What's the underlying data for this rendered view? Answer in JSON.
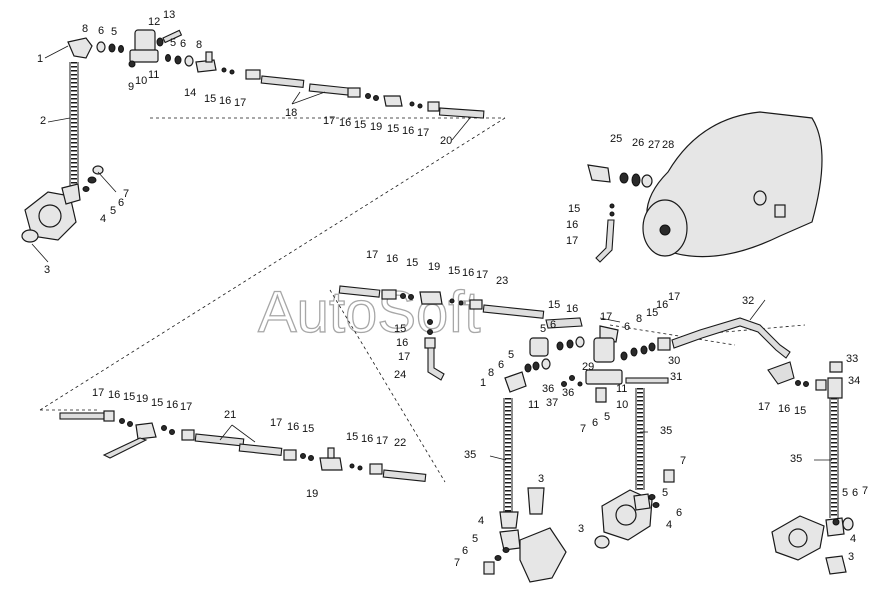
{
  "watermark": "AutoSoft",
  "callouts": [
    {
      "id": "c8a",
      "text": "8"
    },
    {
      "id": "c6a",
      "text": "6"
    },
    {
      "id": "c5a",
      "text": "5"
    },
    {
      "id": "c12a",
      "text": "12"
    },
    {
      "id": "c13a",
      "text": "13"
    },
    {
      "id": "c1a",
      "text": "1"
    },
    {
      "id": "c9a",
      "text": "9"
    },
    {
      "id": "c10a",
      "text": "10"
    },
    {
      "id": "c11a",
      "text": "11"
    },
    {
      "id": "c5b",
      "text": "5"
    },
    {
      "id": "c6b",
      "text": "6"
    },
    {
      "id": "c8b",
      "text": "8"
    },
    {
      "id": "c14a",
      "text": "14"
    },
    {
      "id": "c15a",
      "text": "15"
    },
    {
      "id": "c16a",
      "text": "16"
    },
    {
      "id": "c17a",
      "text": "17"
    },
    {
      "id": "c18a",
      "text": "18"
    },
    {
      "id": "c2a",
      "text": "2"
    },
    {
      "id": "c17b",
      "text": "17"
    },
    {
      "id": "c16b",
      "text": "16"
    },
    {
      "id": "c15b",
      "text": "15"
    },
    {
      "id": "c19a",
      "text": "19"
    },
    {
      "id": "c15c",
      "text": "15"
    },
    {
      "id": "c16c",
      "text": "16"
    },
    {
      "id": "c17c",
      "text": "17"
    },
    {
      "id": "c20a",
      "text": "20"
    },
    {
      "id": "c7a",
      "text": "7"
    },
    {
      "id": "c6c",
      "text": "6"
    },
    {
      "id": "c5c",
      "text": "5"
    },
    {
      "id": "c4a",
      "text": "4"
    },
    {
      "id": "c3a",
      "text": "3"
    },
    {
      "id": "c25a",
      "text": "25"
    },
    {
      "id": "c26a",
      "text": "26"
    },
    {
      "id": "c27a",
      "text": "27"
    },
    {
      "id": "c28a",
      "text": "28"
    },
    {
      "id": "c15d",
      "text": "15"
    },
    {
      "id": "c16d",
      "text": "16"
    },
    {
      "id": "c17d",
      "text": "17"
    },
    {
      "id": "c17e",
      "text": "17"
    },
    {
      "id": "c16e",
      "text": "16"
    },
    {
      "id": "c15e",
      "text": "15"
    },
    {
      "id": "c19b",
      "text": "19"
    },
    {
      "id": "c15f",
      "text": "15"
    },
    {
      "id": "c16f",
      "text": "16"
    },
    {
      "id": "c17f",
      "text": "17"
    },
    {
      "id": "c23a",
      "text": "23"
    },
    {
      "id": "c15g",
      "text": "15"
    },
    {
      "id": "c16g",
      "text": "16"
    },
    {
      "id": "c17g",
      "text": "17"
    },
    {
      "id": "c24a",
      "text": "24"
    },
    {
      "id": "c15h",
      "text": "15"
    },
    {
      "id": "c16h",
      "text": "16"
    },
    {
      "id": "c6d",
      "text": "6"
    },
    {
      "id": "c5d",
      "text": "5"
    },
    {
      "id": "c17h",
      "text": "17"
    },
    {
      "id": "c29a",
      "text": "29"
    },
    {
      "id": "c6e",
      "text": "6"
    },
    {
      "id": "c8c",
      "text": "8"
    },
    {
      "id": "c15i",
      "text": "15"
    },
    {
      "id": "c16i",
      "text": "16"
    },
    {
      "id": "c17i",
      "text": "17"
    },
    {
      "id": "c32a",
      "text": "32"
    },
    {
      "id": "c5e",
      "text": "5"
    },
    {
      "id": "c6f",
      "text": "6"
    },
    {
      "id": "c8d",
      "text": "8"
    },
    {
      "id": "c1b",
      "text": "1"
    },
    {
      "id": "c30a",
      "text": "30"
    },
    {
      "id": "c31a",
      "text": "31"
    },
    {
      "id": "c11b",
      "text": "11"
    },
    {
      "id": "c36a",
      "text": "36"
    },
    {
      "id": "c37a",
      "text": "37"
    },
    {
      "id": "c36b",
      "text": "36"
    },
    {
      "id": "c10b",
      "text": "10"
    },
    {
      "id": "c7b",
      "text": "7"
    },
    {
      "id": "c6g",
      "text": "6"
    },
    {
      "id": "c5f",
      "text": "5"
    },
    {
      "id": "c11c",
      "text": "11"
    },
    {
      "id": "c33a",
      "text": "33"
    },
    {
      "id": "c34a",
      "text": "34"
    },
    {
      "id": "c17j",
      "text": "17"
    },
    {
      "id": "c16j",
      "text": "16"
    },
    {
      "id": "c15j",
      "text": "15"
    },
    {
      "id": "c17k",
      "text": "17"
    },
    {
      "id": "c16k",
      "text": "16"
    },
    {
      "id": "c15k",
      "text": "15"
    },
    {
      "id": "c19c",
      "text": "19"
    },
    {
      "id": "c15l",
      "text": "15"
    },
    {
      "id": "c16l",
      "text": "16"
    },
    {
      "id": "c17l",
      "text": "17"
    },
    {
      "id": "c21a",
      "text": "21"
    },
    {
      "id": "c17m",
      "text": "17"
    },
    {
      "id": "c16m",
      "text": "16"
    },
    {
      "id": "c15m",
      "text": "15"
    },
    {
      "id": "c15n",
      "text": "15"
    },
    {
      "id": "c16n",
      "text": "16"
    },
    {
      "id": "c17n",
      "text": "17"
    },
    {
      "id": "c22a",
      "text": "22"
    },
    {
      "id": "c19d",
      "text": "19"
    },
    {
      "id": "c35a",
      "text": "35"
    },
    {
      "id": "c35b",
      "text": "35"
    },
    {
      "id": "c35c",
      "text": "35"
    },
    {
      "id": "c3b",
      "text": "3"
    },
    {
      "id": "c4b",
      "text": "4"
    },
    {
      "id": "c5g",
      "text": "5"
    },
    {
      "id": "c6h",
      "text": "6"
    },
    {
      "id": "c7c",
      "text": "7"
    },
    {
      "id": "c3c",
      "text": "3"
    },
    {
      "id": "c4c",
      "text": "4"
    },
    {
      "id": "c7d",
      "text": "7"
    },
    {
      "id": "c5h",
      "text": "5"
    },
    {
      "id": "c6i",
      "text": "6"
    },
    {
      "id": "c5i",
      "text": "5"
    },
    {
      "id": "c6j",
      "text": "6"
    },
    {
      "id": "c7e",
      "text": "7"
    },
    {
      "id": "c4d",
      "text": "4"
    },
    {
      "id": "c3d",
      "text": "3"
    }
  ]
}
